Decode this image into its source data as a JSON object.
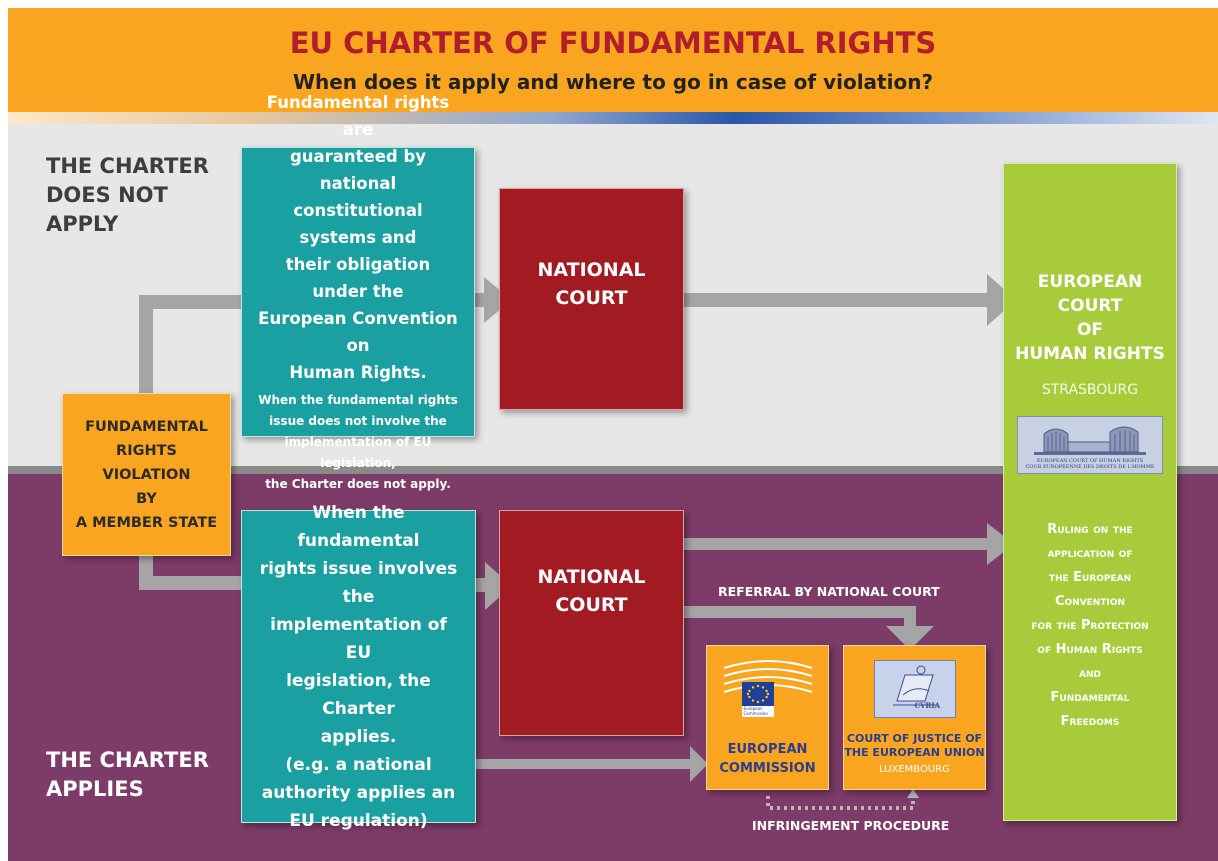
{
  "header": {
    "title": "EU CHARTER OF FUNDAMENTAL RIGHTS",
    "subtitle": "When does it apply and where to go in case of violation?"
  },
  "zones": {
    "top_label_lines": [
      "THE CHARTER",
      "DOES NOT",
      "APPLY"
    ],
    "bottom_label_lines": [
      "THE CHARTER",
      "APPLIES"
    ]
  },
  "violation_lines": [
    "FUNDAMENTAL",
    "RIGHTS",
    "VIOLATION",
    "BY",
    "A MEMBER STATE"
  ],
  "no_charter_box": {
    "main_lines": [
      "Fundamental rights are",
      "guaranteed by national",
      "constitutional systems and",
      "their obligation under the",
      "European Convention on",
      "Human Rights."
    ],
    "note_lines": [
      "When the fundamental rights",
      "issue does not involve the",
      "implementation of EU legislation,",
      "the Charter does not apply."
    ]
  },
  "charter_box": {
    "main_lines": [
      "When the fundamental",
      "rights issue involves the",
      "implementation of EU",
      "legislation, the Charter",
      "applies.",
      "(e.g. a national",
      "authority applies an",
      "EU regulation)"
    ]
  },
  "national_court_top": [
    "NATIONAL",
    "COURT"
  ],
  "national_court_bottom": [
    "NATIONAL",
    "COURT"
  ],
  "echr": {
    "name_lines": [
      "EUROPEAN",
      "COURT",
      "OF",
      "HUMAN RIGHTS"
    ],
    "city": "STRASBOURG",
    "logo_caption_lines": [
      "EUROPEAN COURT OF HUMAN RIGHTS",
      "COUR EUROPÉENNE DES DROITS DE L'HOMME"
    ],
    "ruling_lines": [
      "Ruling on the",
      "application of",
      "the European",
      "Convention",
      "for the Protection",
      "of Human Rights",
      "and",
      "Fundamental",
      "Freedoms"
    ]
  },
  "commission": {
    "logo_text_lines": [
      "European",
      "Commission"
    ],
    "name_lines": [
      "EUROPEAN",
      "COMMISSION"
    ]
  },
  "cjeu": {
    "logo_text": "CVRIA",
    "name_lines": [
      "COURT OF JUSTICE OF",
      "THE EUROPEAN UNION"
    ],
    "city": "LUXEMBOURG"
  },
  "referral_label": "REFERRAL BY NATIONAL COURT",
  "infringement_label": "INFRINGEMENT PROCEDURE",
  "colors": {
    "orange": "#f9a51f",
    "title_red": "#b11d2b",
    "teal": "#1ba0a1",
    "court_red": "#a21b22",
    "green": "#a7cb3b",
    "purple": "#7d3b67",
    "grey_zone": "#e7e7e7",
    "arrow_grey": "#a5a5a5",
    "navy_text": "#2a3d8f"
  }
}
